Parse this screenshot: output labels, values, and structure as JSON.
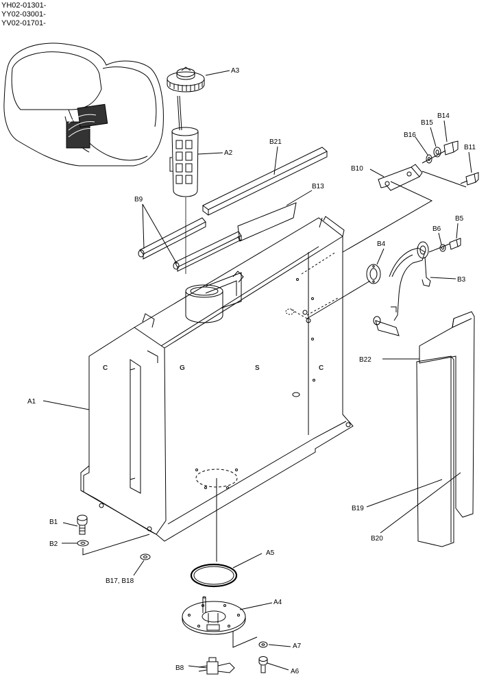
{
  "serials": [
    "YH02-01301-",
    "YY02-03001-",
    "YV02-01701-"
  ],
  "watermark": {
    "letters": [
      "C",
      "G",
      "S",
      "C"
    ],
    "colors": [
      "#5b8ff0",
      "#f07a6e",
      "#f8cf4a",
      "#3fae79"
    ]
  },
  "line_color": "#000000",
  "callouts": {
    "A1": "A1",
    "A2": "A2",
    "A3": "A3",
    "A4": "A4",
    "A5": "A5",
    "A6": "A6",
    "A7": "A7",
    "B1": "B1",
    "B2": "B2",
    "B3": "B3",
    "B4": "B4",
    "B5": "B5",
    "B6": "B6",
    "B8": "B8",
    "B9": "B9",
    "B10": "B10",
    "B11": "B11",
    "B13": "B13",
    "B14": "B14",
    "B15": "B15",
    "B16": "B16",
    "B17_B18": "B17, B18",
    "B19": "B19",
    "B20": "B20",
    "B21": "B21",
    "B22": "B22"
  }
}
